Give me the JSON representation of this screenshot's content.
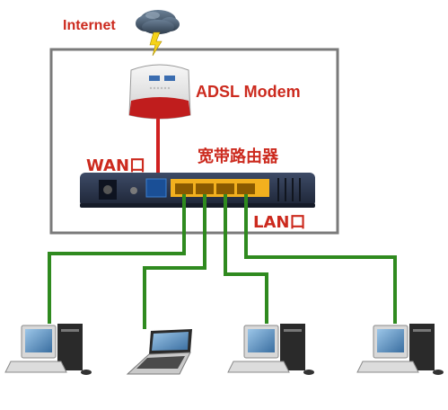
{
  "labels": {
    "internet": "Internet",
    "modem": "ADSL Modem",
    "router": "宽带路由器",
    "wan": "WAN口",
    "lan": "LAN口"
  },
  "colors": {
    "label": "#cc2a1e",
    "frame": "#7a7a7a",
    "wan_cable": "#d02020",
    "lan_cable": "#2f8a1f",
    "router_body": "#2e3a52",
    "lan_ports": "#f2b01e",
    "wan_port": "#3c7fd0"
  },
  "icons": [
    "cloud-icon",
    "lightning-icon",
    "adsl-modem-icon",
    "router-icon",
    "desktop-computer-icon",
    "laptop-icon"
  ]
}
